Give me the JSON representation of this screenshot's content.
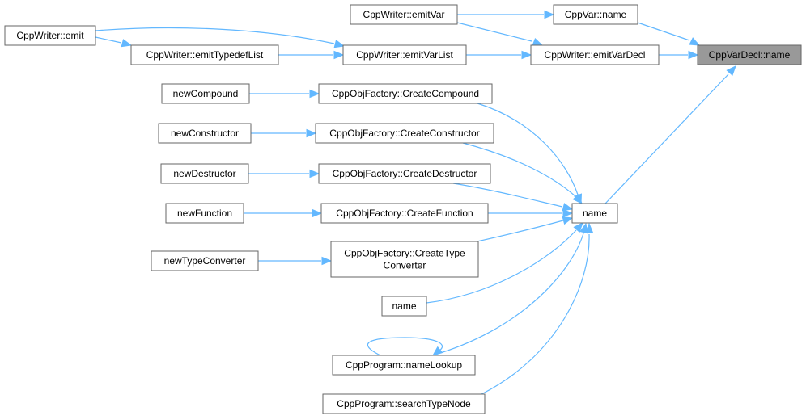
{
  "diagram": {
    "root": "CppVarDecl::name",
    "nodes": [
      {
        "id": "root",
        "label": "CppVarDecl::name",
        "is_root": true
      },
      {
        "id": "emitVar",
        "label": "CppWriter::emitVar"
      },
      {
        "id": "cppVarName",
        "label": "CppVar::name"
      },
      {
        "id": "emit",
        "label": "CppWriter::emit"
      },
      {
        "id": "emitTypedefList",
        "label": "CppWriter::emitTypedefList"
      },
      {
        "id": "emitVarList",
        "label": "CppWriter::emitVarList"
      },
      {
        "id": "emitVarDecl",
        "label": "CppWriter::emitVarDecl"
      },
      {
        "id": "newCompound",
        "label": "newCompound"
      },
      {
        "id": "createCompound",
        "label": "CppObjFactory::CreateCompound"
      },
      {
        "id": "newConstructor",
        "label": "newConstructor"
      },
      {
        "id": "createConstructor",
        "label": "CppObjFactory::CreateConstructor"
      },
      {
        "id": "newDestructor",
        "label": "newDestructor"
      },
      {
        "id": "createDestructor",
        "label": "CppObjFactory::CreateDestructor"
      },
      {
        "id": "newFunction",
        "label": "newFunction"
      },
      {
        "id": "createFunction",
        "label": "CppObjFactory::CreateFunction"
      },
      {
        "id": "name",
        "label": "name"
      },
      {
        "id": "newTypeConverter",
        "label": "newTypeConverter"
      },
      {
        "id": "createTypeConverter",
        "label": [
          "CppObjFactory::CreateType",
          "Converter"
        ]
      },
      {
        "id": "name2",
        "label": "name"
      },
      {
        "id": "nameLookup",
        "label": "CppProgram::nameLookup"
      },
      {
        "id": "searchTypeNode",
        "label": "CppProgram::searchTypeNode"
      }
    ],
    "edges": [
      {
        "from": "emitVar",
        "to": "cppVarName"
      },
      {
        "from": "cppVarName",
        "to": "root"
      },
      {
        "from": "emitVar",
        "to": "emitVarDecl"
      },
      {
        "from": "emitVarDecl",
        "to": "root"
      },
      {
        "from": "emitVarList",
        "to": "emitVarDecl"
      },
      {
        "from": "emitTypedefList",
        "to": "emitVarList"
      },
      {
        "from": "emit",
        "to": "emitVarList"
      },
      {
        "from": "emit",
        "to": "emitTypedefList"
      },
      {
        "from": "name",
        "to": "root"
      },
      {
        "from": "newCompound",
        "to": "createCompound"
      },
      {
        "from": "newConstructor",
        "to": "createConstructor"
      },
      {
        "from": "newDestructor",
        "to": "createDestructor"
      },
      {
        "from": "newFunction",
        "to": "createFunction"
      },
      {
        "from": "newTypeConverter",
        "to": "createTypeConverter"
      },
      {
        "from": "createCompound",
        "to": "name"
      },
      {
        "from": "createConstructor",
        "to": "name"
      },
      {
        "from": "createDestructor",
        "to": "name"
      },
      {
        "from": "createFunction",
        "to": "name"
      },
      {
        "from": "createTypeConverter",
        "to": "name"
      },
      {
        "from": "name2",
        "to": "name"
      },
      {
        "from": "nameLookup",
        "to": "name"
      },
      {
        "from": "searchTypeNode",
        "to": "name"
      },
      {
        "from": "nameLookup",
        "to": "nameLookup"
      }
    ],
    "colors": {
      "edge": "#63b8ff",
      "node_border": "#666666",
      "root_fill": "#999999",
      "node_fill": "#ffffff"
    }
  }
}
